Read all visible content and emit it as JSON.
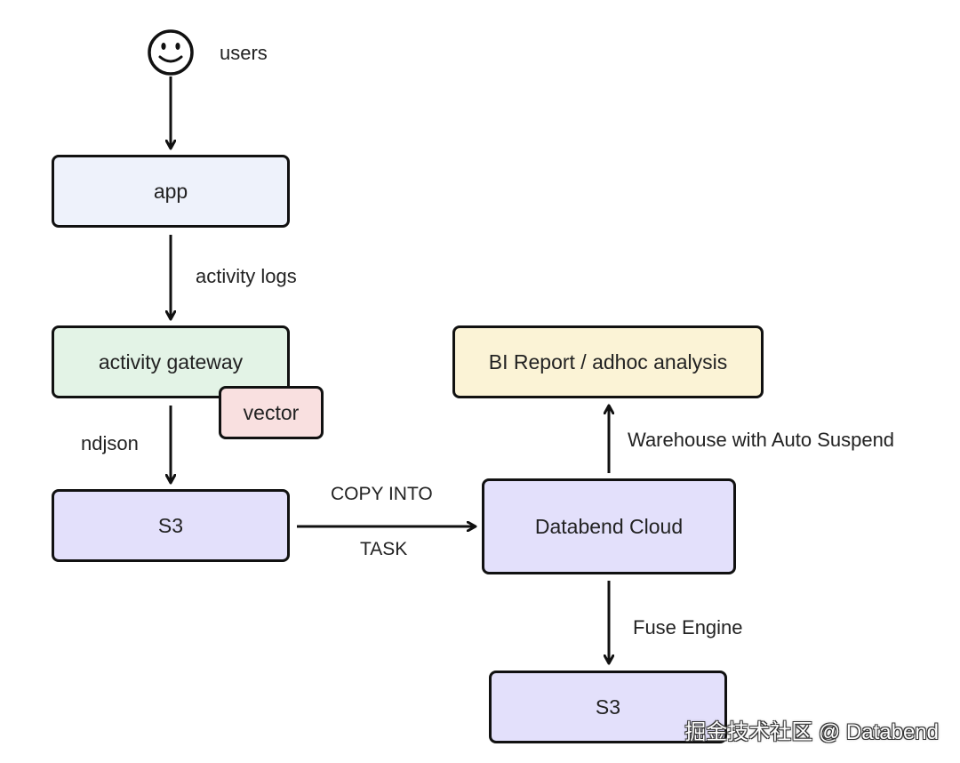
{
  "colors": {
    "app_fill": "#eef2fb",
    "gateway_fill": "#e3f3e6",
    "vector_fill": "#f9e0e0",
    "s3_fill": "#e3e0fb",
    "bi_fill": "#fbf3d6",
    "databend_fill": "#e3e0fb",
    "stroke": "#111111"
  },
  "icons": {
    "user": "smiley-face-icon"
  },
  "nodes": {
    "users": "users",
    "app": "app",
    "gateway": "activity gateway",
    "vector": "vector",
    "s3_source": "S3",
    "databend": "Databend Cloud",
    "bi": "BI Report / adhoc analysis",
    "s3_storage": "S3"
  },
  "edges": {
    "app_to_gateway": "activity logs",
    "gateway_to_s3": "ndjson",
    "s3_to_databend_top": "COPY INTO",
    "s3_to_databend_bottom": "TASK",
    "databend_to_bi": "Warehouse with Auto Suspend",
    "databend_to_s3": "Fuse Engine"
  },
  "watermark": "掘金技术社区 @ Databend"
}
